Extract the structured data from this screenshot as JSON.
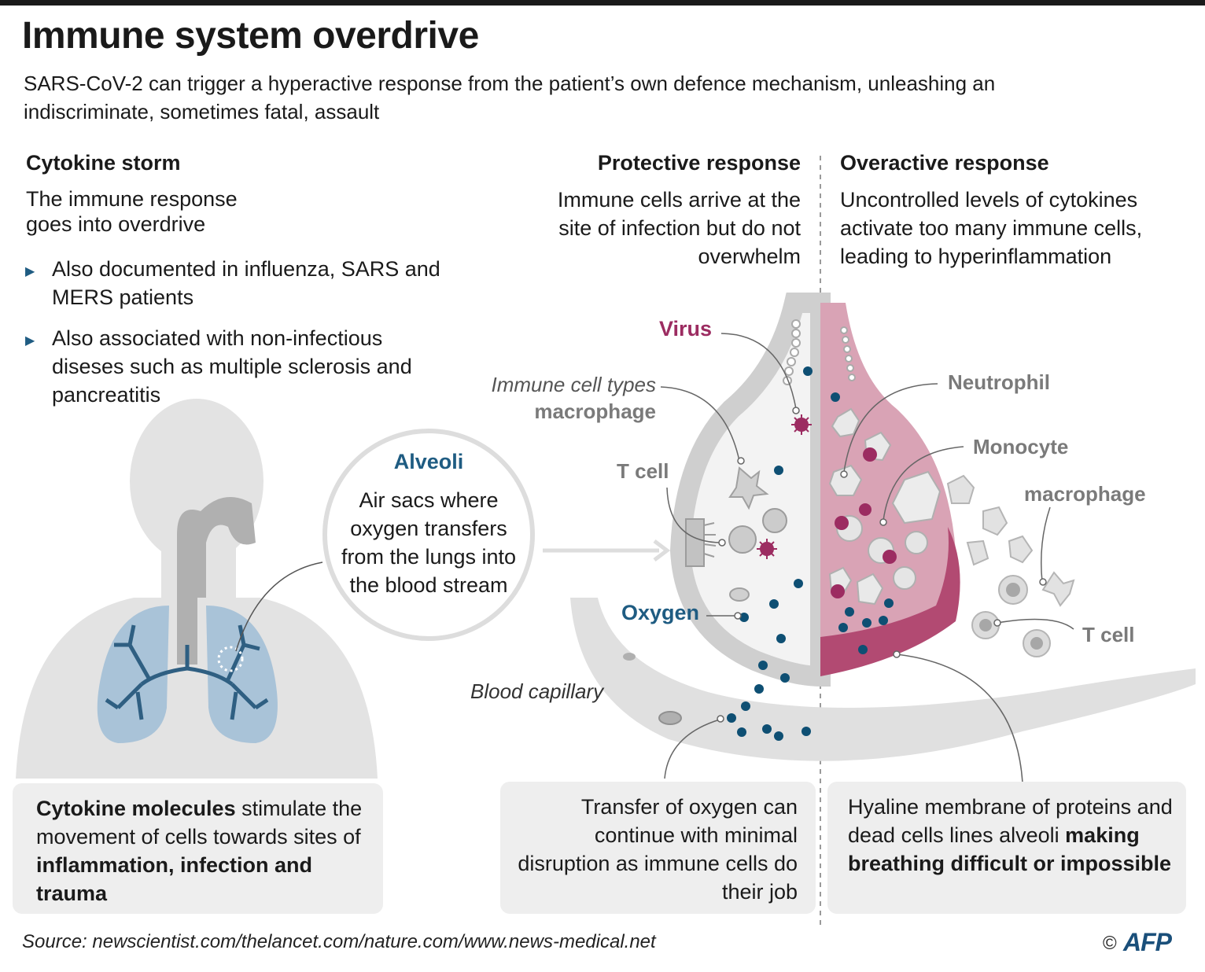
{
  "header": {
    "title": "Immune system overdrive",
    "subtitle": "SARS-CoV-2 can trigger a hyperactive response from the patient’s own defence mechanism, unleashing an indiscriminate, sometimes fatal, assault"
  },
  "cytokine_storm": {
    "heading": "Cytokine storm",
    "intro_line1": "The immune response",
    "intro_line2": "goes into overdrive",
    "bullets": [
      "Also documented in influenza, SARS and MERS patients",
      "Also associated with non-infectious diseses such as multiple sclerosis and pancreatitis"
    ]
  },
  "alveoli": {
    "title": "Alveoli",
    "text": "Air sacs where oxygen transfers from the lungs into the blood stream"
  },
  "protective": {
    "heading": "Protective response",
    "text": "Immune cells arrive at the site of infection but do not overwhelm"
  },
  "overactive": {
    "heading": "Overactive response",
    "text": "Uncontrolled levels of cytokines activate too many immune cells, leading to hyperinflammation"
  },
  "labels": {
    "virus": "Virus",
    "immune_cell_types": "Immune cell types",
    "macrophage_left": "macrophage",
    "t_cell_left": "T cell",
    "oxygen": "Oxygen",
    "blood_capillary": "Blood capillary",
    "neutrophil": "Neutrophil",
    "monocyte": "Monocyte",
    "macrophage_right": "macrophage",
    "t_cell_right": "T cell"
  },
  "boxes": {
    "cytokine": {
      "bold1": "Cytokine molecules",
      "text1": " stimulate the movement of cells towards sites of ",
      "bold2": "inflammation, infection and trauma"
    },
    "transfer": {
      "text": "Transfer of oxygen can continue with minimal disruption as immune cells do their job"
    },
    "hyaline": {
      "text": "Hyaline membrane of proteins and dead cells lines alveoli ",
      "bold": "making breathing difficult or impossible"
    }
  },
  "footer": {
    "source": "Source: newscientist.com/thelancet.com/nature.com/www.news-medical.net",
    "copyright": "©",
    "brand": "AFP"
  },
  "colors": {
    "oxygen": "#0e4f73",
    "virus": "#9c2c61",
    "lung": "#a9c3d8",
    "airway": "#2f5f82",
    "overactive_fill": "#d9a3b5",
    "membrane": "#b24a72",
    "body_gray": "#e3e3e3",
    "cell_gray": "#bdbdbd"
  }
}
